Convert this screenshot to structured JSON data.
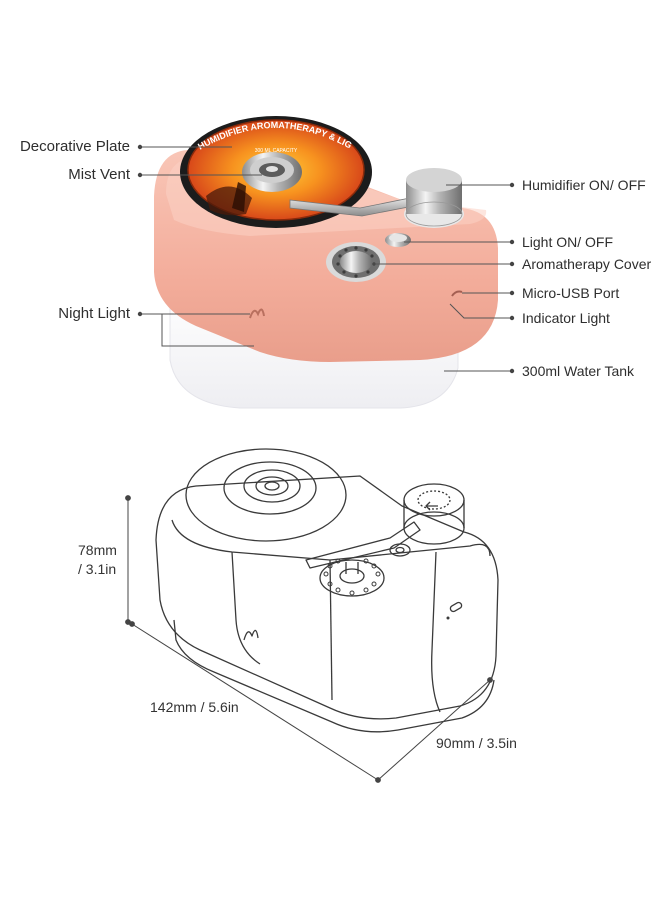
{
  "labels": {
    "decorative_plate": "Decorative Plate",
    "mist_vent": "Mist Vent",
    "night_light": "Night Light",
    "humidifier_switch": "Humidifier ON/ OFF",
    "light_switch": "Light ON/ OFF",
    "aromatherapy_cover": "Aromatherapy Cover",
    "micro_usb_port": "Micro-USB Port",
    "indicator_light": "Indicator Light",
    "water_tank": "300ml Water Tank"
  },
  "record_text": {
    "main": "HUMIDIFIER AROMATHERAPY & LIGHT",
    "sub": "300 ML CAPACITY"
  },
  "dimensions": {
    "height_mm": "78mm",
    "height_in": "/ 3.1in",
    "length": "142mm / 5.6in",
    "depth": "90mm / 3.5in"
  },
  "colors": {
    "body_pink": "#f4b4a3",
    "record_orange": "#e8641e",
    "line": "#555555"
  }
}
